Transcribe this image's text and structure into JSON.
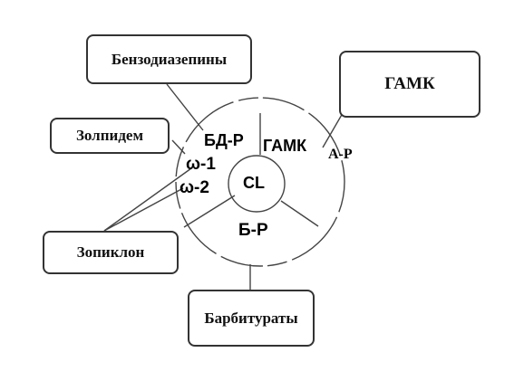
{
  "boxes": {
    "benzodiazepines": "Бензодиазепины",
    "zolpidem": "Золпидем",
    "zopiclone": "Зопиклон",
    "barbiturates": "Барбитураты",
    "gaba": "ГАМК"
  },
  "receptor": {
    "bd_r": "БД-Р",
    "omega1": "ω-1",
    "omega2": "ω-2",
    "gaba_seg": "ГАМК",
    "a_r": "А-Р",
    "b_r": "Б-Р",
    "channel": "CL"
  }
}
